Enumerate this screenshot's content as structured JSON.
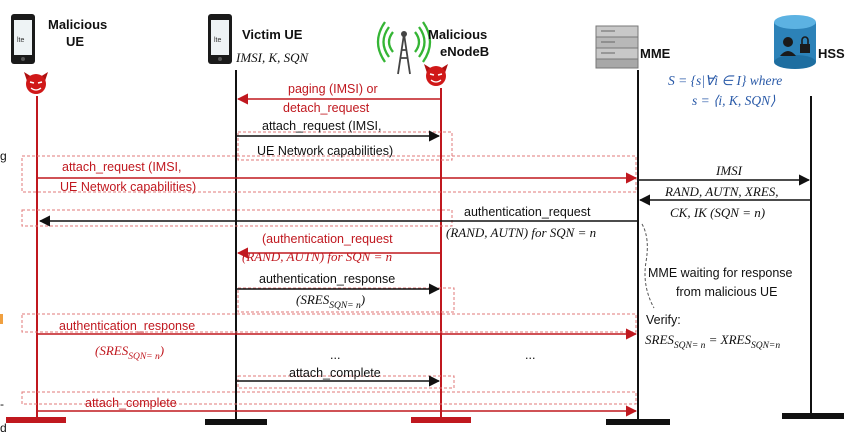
{
  "entities": {
    "malicious_ue": [
      "Malicious",
      "UE"
    ],
    "victim_ue": {
      "name": "Victim UE",
      "params": "IMSI, K, SQN"
    },
    "malicious_enb": [
      "Malicious",
      "eNodeB"
    ],
    "mme": "MME",
    "hss": "HSS"
  },
  "hss_set": {
    "line1": "S = {s|∀i ∈ I} where",
    "line2": "s = ⟨i, K, SQN⟩"
  },
  "messages": {
    "paging": [
      "paging (IMSI) or",
      "detach_request"
    ],
    "attach_req_victim": {
      "line1": "attach_request (IMSI,",
      "line2": "UE Network capabilities)"
    },
    "attach_req_mal": {
      "line1": "attach_request (IMSI,",
      "line2": "UE Network capabilities)"
    },
    "imsi": "IMSI",
    "hss_resp": {
      "line1": "RAND, AUTN, XRES,",
      "line2": "CK, IK (SQN = n)"
    },
    "auth_req_mme": {
      "line1": "authentication_request",
      "line2": "(RAND, AUTN) for SQN = n"
    },
    "auth_req_fwd": {
      "line1": "(authentication_request",
      "line2": "(RAND, AUTN) for SQN = n"
    },
    "auth_resp_victim": {
      "line1": "authentication_response",
      "line2": "(SRES",
      "line2_sub": "SQN= n",
      "line2_end": ")"
    },
    "auth_resp_mal": {
      "line1": "authentication_response",
      "line2": "(SRES",
      "line2_sub": "SQN= n",
      "line2_end": ")"
    },
    "ellipsis": "...",
    "attach_complete_victim": "attach_complete",
    "attach_complete_mal": "attach_complete"
  },
  "notes": {
    "waiting": [
      "MME waiting for response",
      "from malicious UE"
    ],
    "verify": "Verify:",
    "verify_eq": {
      "a": "SRES",
      "a_sub": "SQN= n",
      "mid": " = XRES",
      "b_sub": "SQN=n"
    }
  },
  "left_edge_glyphs": [
    "g",
    "-",
    "d"
  ],
  "icons": {
    "phone": "phone-icon",
    "devil": "devil-icon",
    "tower": "radio-tower-icon",
    "server": "server-icon",
    "database": "database-icon"
  },
  "colors": {
    "red": "#c0181f",
    "black": "#111111",
    "blue": "#2a5aa8",
    "pink": "#e07878"
  }
}
